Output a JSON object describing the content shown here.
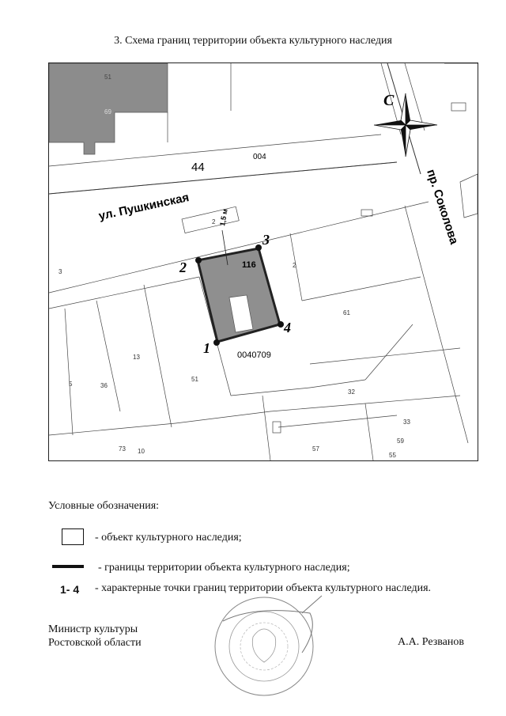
{
  "title": "3. Схема границ территории объекта культурного наследия",
  "map": {
    "compass_letter": "С",
    "street_1": "ул. Пушкинская",
    "street_2": "пр. Соколова",
    "block_1": "44",
    "block_2": "004",
    "parcel_id": "0040709",
    "object_number": "116",
    "buffer_label": "1,5 м",
    "point_labels": [
      "1",
      "2",
      "3",
      "4"
    ],
    "parcel_labels": [
      "51",
      "69",
      "2",
      "2",
      "3",
      "61",
      "13",
      "36",
      "5",
      "51",
      "32",
      "33",
      "73",
      "10",
      "57",
      "59",
      "55"
    ]
  },
  "legend": {
    "title": "Условные обозначения:",
    "item1_text": "- объект культурного наследия;",
    "item2_text": "- границы территории объекта культурного наследия;",
    "item3_symbol": "1- 4",
    "item3_text": "- характерные точки границ территории объекта культурного наследия."
  },
  "signature": {
    "position_line1": "Министр культуры",
    "position_line2": "Ростовской области",
    "name": "А.А. Резванов"
  },
  "colors": {
    "building_fill": "#8c8c8c",
    "object_fill": "#8f8f8f",
    "line": "#222222"
  }
}
